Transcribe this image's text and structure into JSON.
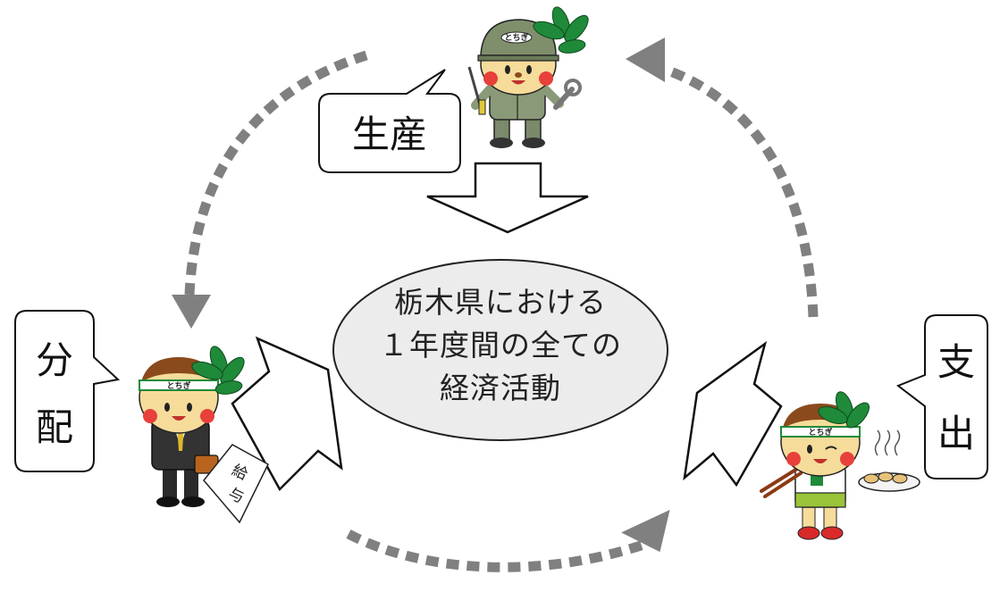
{
  "center": {
    "line1": "栃木県における",
    "line2": "１年度間の全ての",
    "line3": "経済活動"
  },
  "bubbles": {
    "production": "生産",
    "distribution_char1": "分",
    "distribution_char2": "配",
    "expenditure_char1": "支",
    "expenditure_char2": "出"
  },
  "envelope_label_char1": "給",
  "envelope_label_char2": "与",
  "mascot_cap_text": "とちぎ",
  "colors": {
    "dotted_arrow": "#808080",
    "ellipse_fill": "#ececec",
    "mascot_face": "#f6dc9a",
    "mascot_hair": "#8b4a1c",
    "leaf": "#1f8a3a",
    "cheek": "#e8403a"
  }
}
